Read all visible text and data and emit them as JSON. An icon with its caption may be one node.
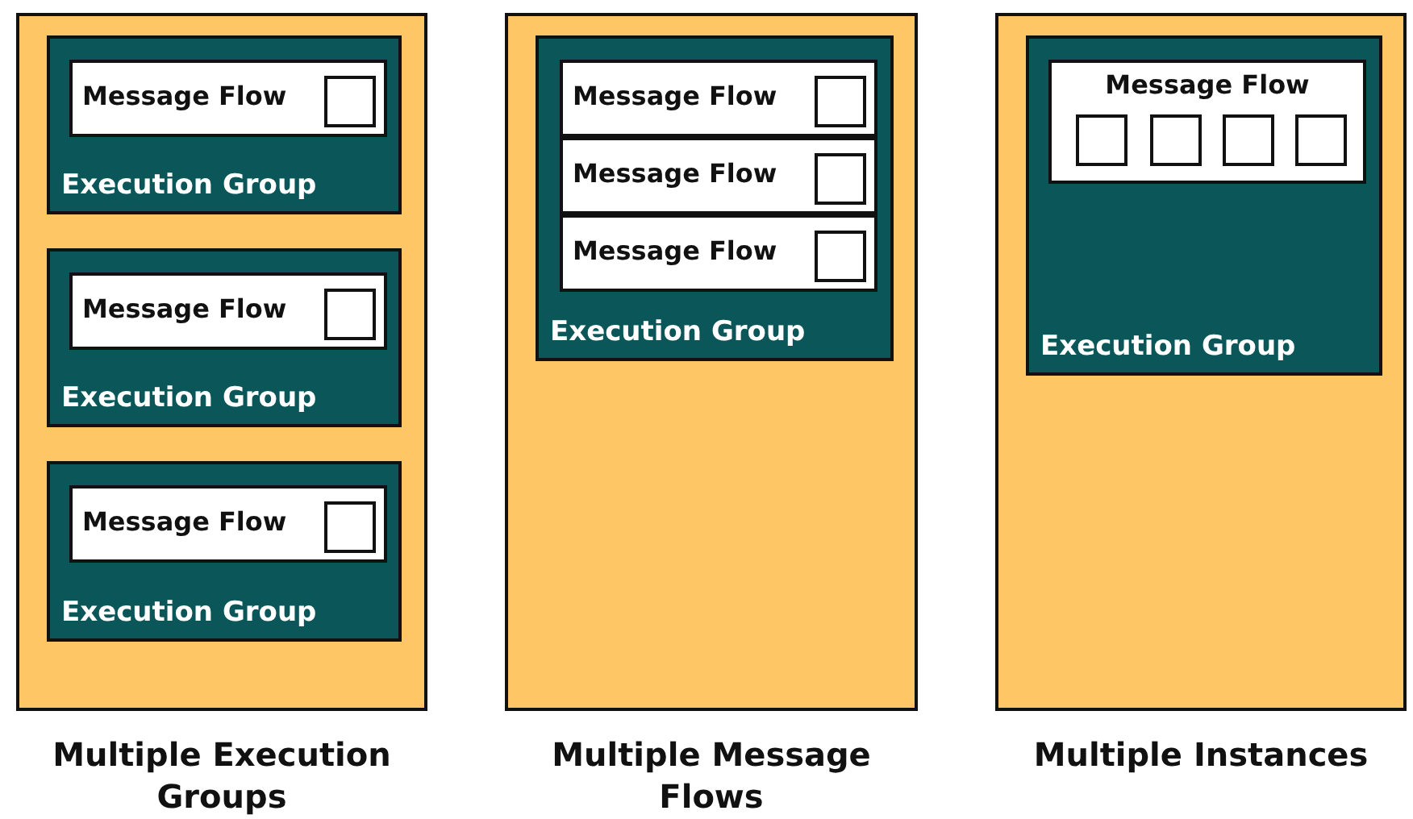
{
  "diagram": {
    "nodes": [
      {
        "text": [],
        "shape": "box",
        "beside": [
          "Multiple Execution Groups"
        ]
      },
      {
        "text": [
          "Execution Group"
        ],
        "in": 0
      },
      {
        "text": [
          "Message Flow"
        ],
        "in": 1
      },
      {
        "text": [],
        "shape": "box",
        "in": 2
      },
      {
        "text": [
          "Execution Group"
        ],
        "in": 0
      },
      {
        "text": [
          "Message Flow"
        ],
        "in": 4
      },
      {
        "text": [],
        "shape": "box",
        "in": 5
      },
      {
        "text": [
          "Execution Group"
        ],
        "in": 0
      },
      {
        "text": [
          "Message Flow"
        ],
        "in": 7
      },
      {
        "text": [],
        "shape": "box",
        "in": 8
      },
      {
        "text": [],
        "shape": "box",
        "beside": [
          "Multiple Message Flows"
        ]
      },
      {
        "text": [
          "Execution Group"
        ],
        "in": 10
      },
      {
        "text": [
          "Message Flow"
        ],
        "in": 11
      },
      {
        "text": [],
        "shape": "box",
        "in": 12
      },
      {
        "text": [
          "Message Flow"
        ],
        "in": 11
      },
      {
        "text": [],
        "shape": "box",
        "in": 14
      },
      {
        "text": [
          "Message Flow"
        ],
        "in": 11
      },
      {
        "text": [],
        "shape": "box",
        "in": 16
      },
      {
        "text": [],
        "shape": "box",
        "beside": [
          "Multiple Instances"
        ]
      },
      {
        "text": [
          "Execution Group"
        ],
        "in": 18
      },
      {
        "text": [
          "Message Flow"
        ],
        "in": 19
      },
      {
        "text": [],
        "shape": "box",
        "in": 20
      },
      {
        "text": [],
        "shape": "box",
        "in": 20
      },
      {
        "text": [],
        "shape": "box",
        "in": 20
      },
      {
        "text": [],
        "shape": "box",
        "in": 20
      }
    ]
  }
}
